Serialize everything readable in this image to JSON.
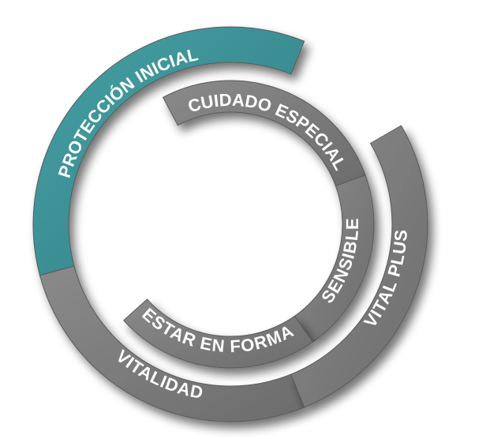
{
  "colors": {
    "accent": "#3e8e92",
    "segment": "#7a7a7a",
    "label": "#ffffff"
  },
  "segments": [
    {
      "name": "protection",
      "label": "PROTECCIÓN INICIAL",
      "accent": true
    },
    {
      "name": "vitality",
      "label": "VITALIDAD",
      "accent": false
    },
    {
      "name": "vitalplus",
      "label": "VITAL PLUS",
      "accent": false
    },
    {
      "name": "care",
      "label": "CUIDADO ESPECIAL",
      "accent": false
    },
    {
      "name": "sensitive",
      "label": "SENSIBLE",
      "accent": false
    },
    {
      "name": "fit",
      "label": "ESTAR EN FORMA",
      "accent": false
    }
  ]
}
